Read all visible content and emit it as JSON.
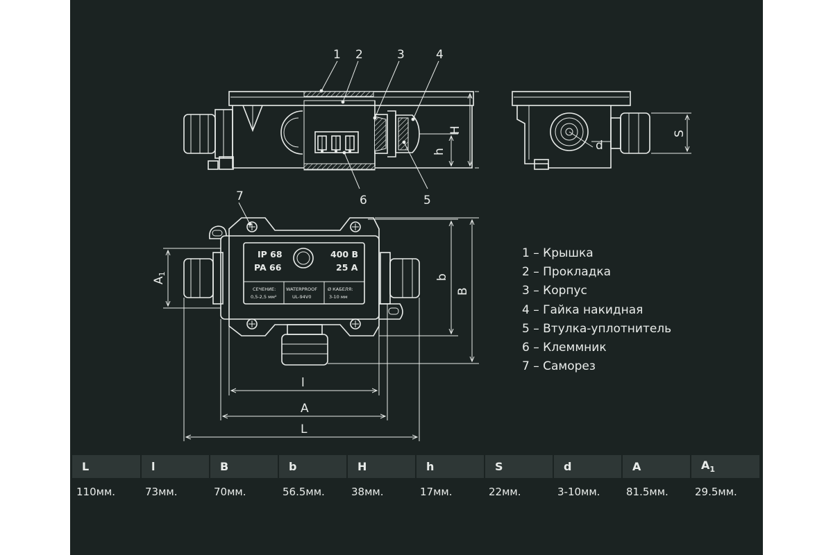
{
  "callouts": [
    "1",
    "2",
    "3",
    "4",
    "5",
    "6",
    "7"
  ],
  "dimensions": {
    "H": "H",
    "h": "h",
    "S": "S",
    "d": "d",
    "b": "b",
    "B": "B",
    "A1": "A",
    "A1_sub": "1",
    "l": "l",
    "A": "A",
    "L": "L"
  },
  "device_label": {
    "ip": "IP 68",
    "pa": "PA 66",
    "voltage": "400 В",
    "current": "25 А",
    "section_title": "СЕЧЕНИЕ:",
    "section_value": "0,5-2,5 мм²",
    "waterproof": "WATERPROOF",
    "rating": "UL-94V0",
    "cable_title": "Ø КАБЕЛЯ:",
    "cable_value": "3-10 мм"
  },
  "legend": [
    "1 – Крышка",
    "2 – Прокладка",
    "3 – Корпус",
    "4 – Гайка накидная",
    "5 – Втулка-уплотнитель",
    "6 – Клеммник",
    "7 – Саморез"
  ],
  "specs_table": {
    "headers": [
      "L",
      "l",
      "B",
      "b",
      "H",
      "h",
      "S",
      "d",
      "A",
      "A"
    ],
    "header_last_sub": "1",
    "values": [
      "110мм.",
      "73мм.",
      "70мм.",
      "56.5мм.",
      "38мм.",
      "17мм.",
      "22мм.",
      "3-10мм.",
      "81.5мм.",
      "29.5мм."
    ]
  },
  "colors": {
    "background": "#1b2322",
    "line": "#e9ecea",
    "table_header": "#2e3736"
  }
}
